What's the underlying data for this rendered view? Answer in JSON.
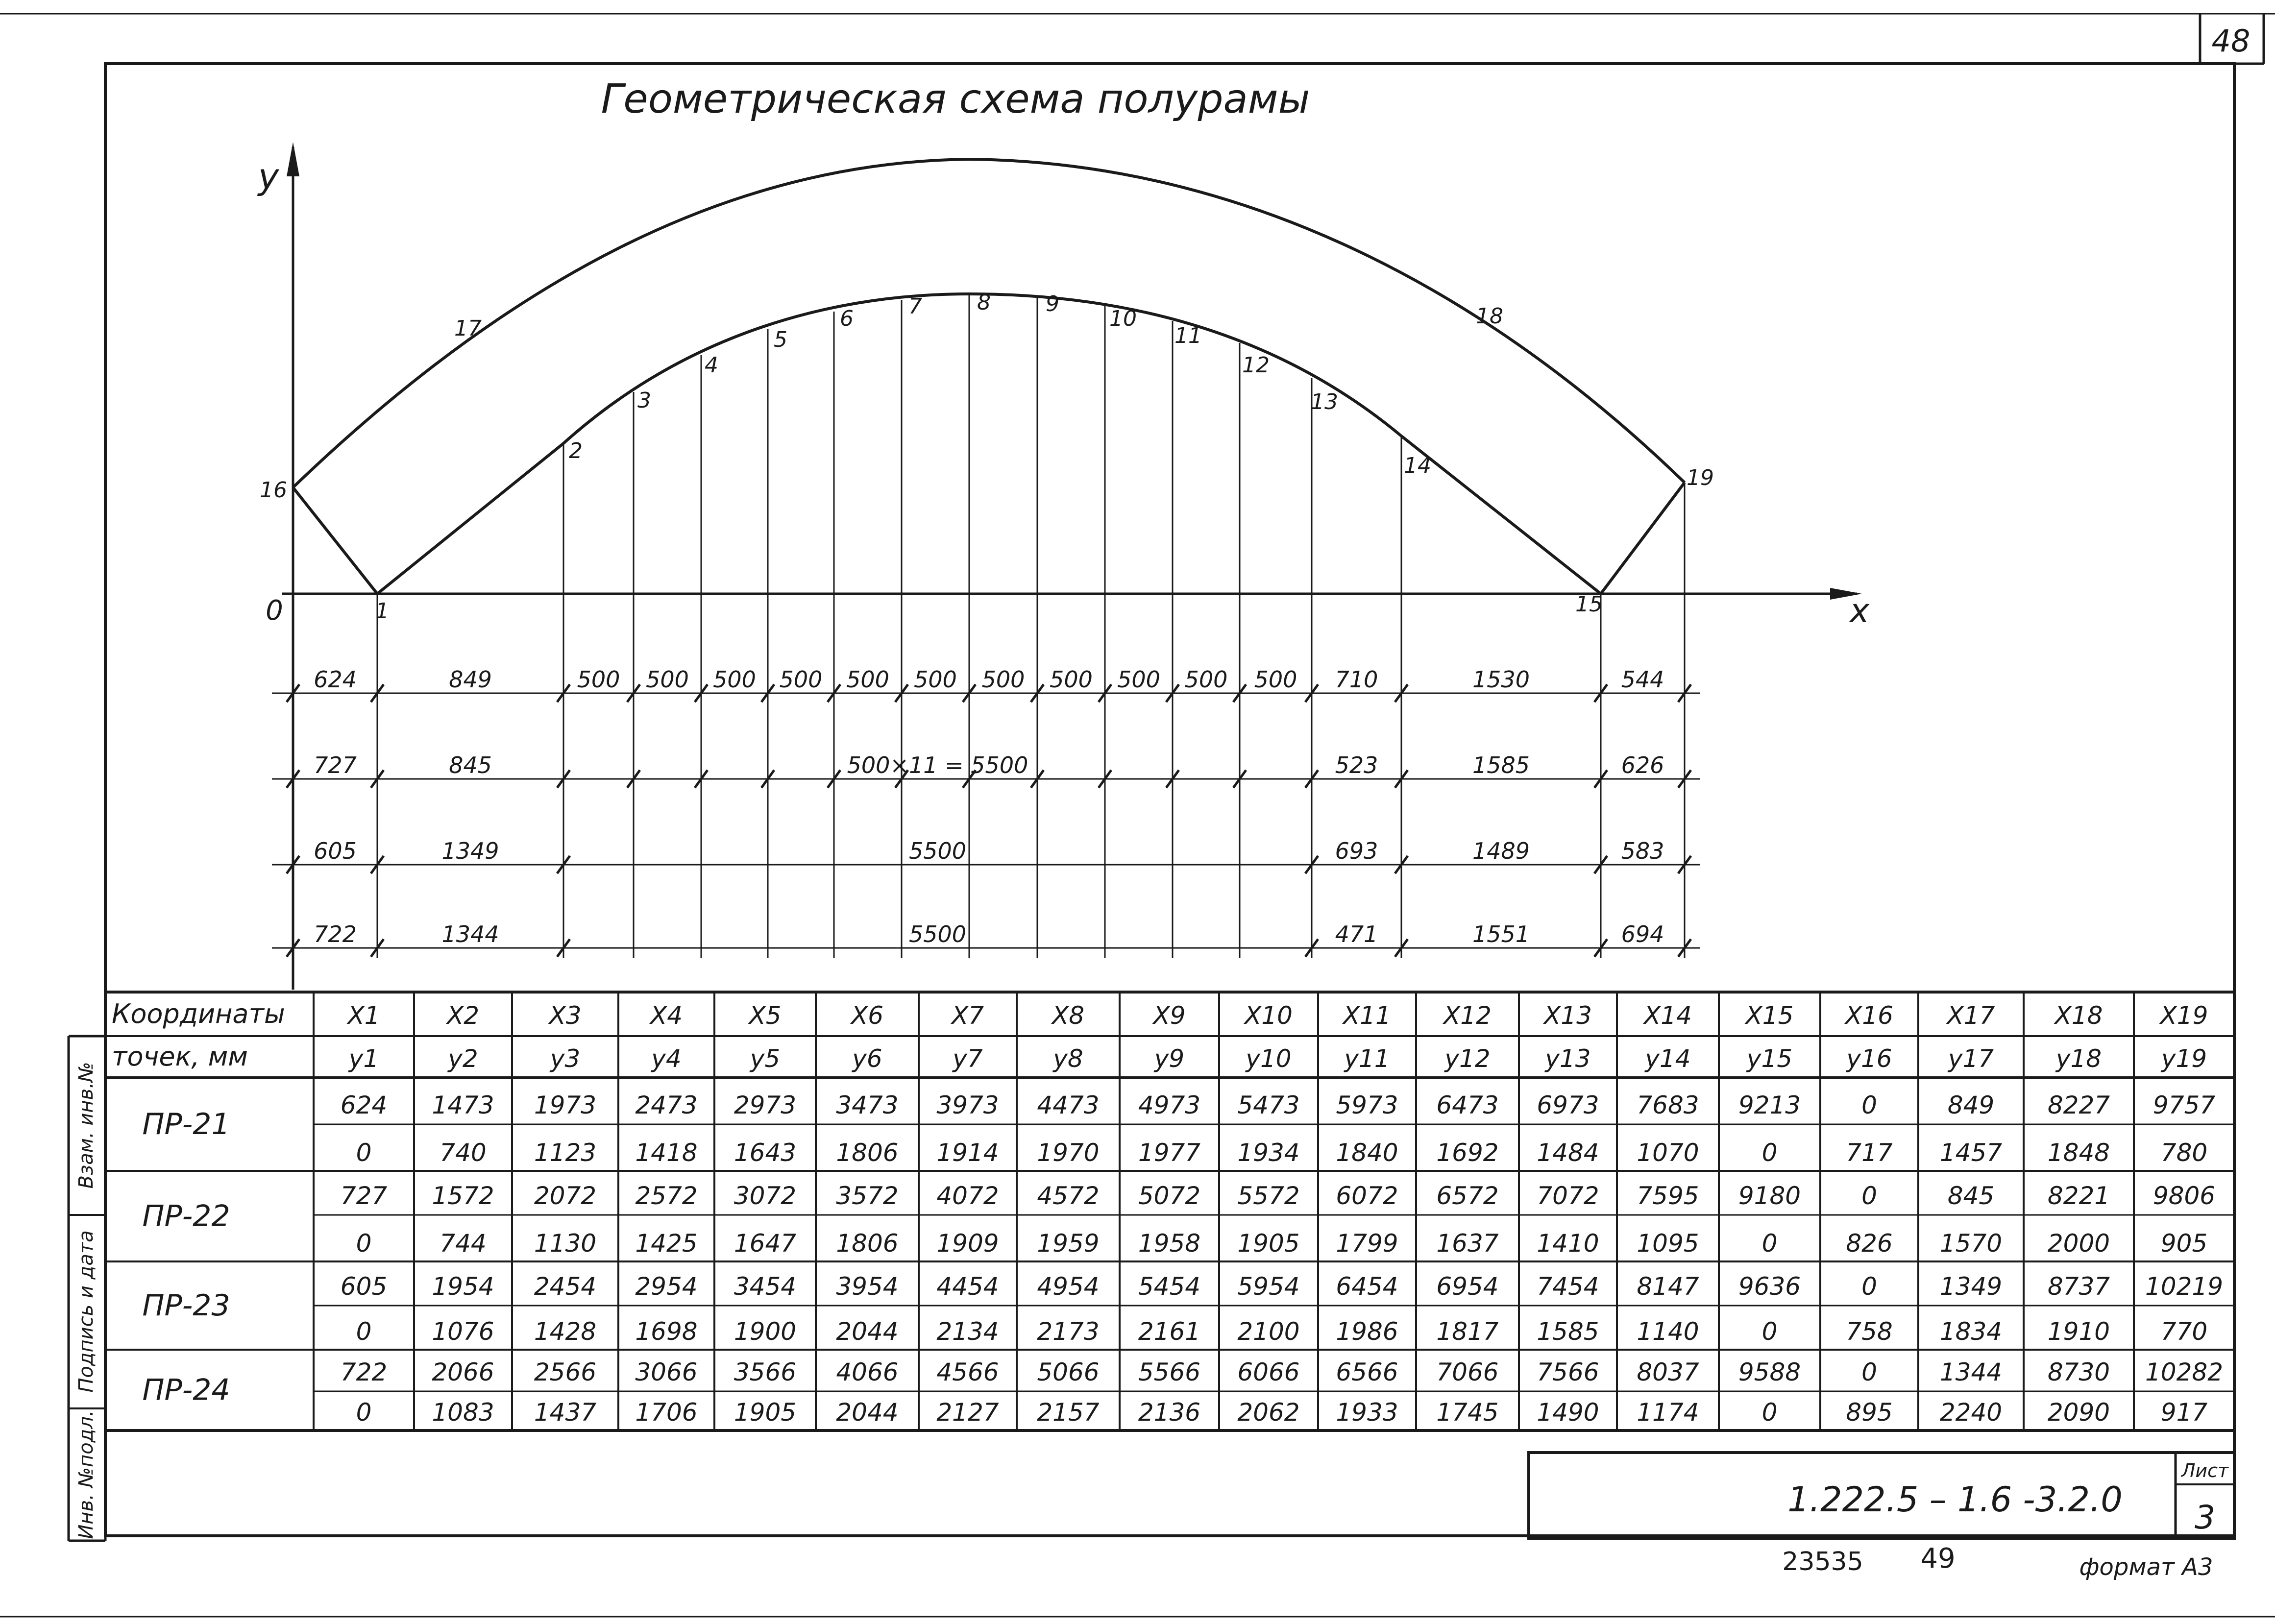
{
  "page_number": "48",
  "title": "Геометрическая схема полурамы",
  "axes": {
    "y": "y",
    "x": "x",
    "origin": "0"
  },
  "point_labels": [
    "1",
    "2",
    "3",
    "4",
    "5",
    "6",
    "7",
    "8",
    "9",
    "10",
    "11",
    "12",
    "13",
    "14",
    "15",
    "16",
    "17",
    "18",
    "19"
  ],
  "dim_rows": [
    [
      "624",
      "849",
      "500",
      "500",
      "500",
      "500",
      "500",
      "500",
      "500",
      "500",
      "500",
      "500",
      "500",
      "710",
      "1530",
      "544"
    ],
    [
      "727",
      "845",
      "500×11 = 5500",
      "523",
      "1585",
      "626"
    ],
    [
      "605",
      "1349",
      "5500",
      "693",
      "1489",
      "583"
    ],
    [
      "722",
      "1344",
      "5500",
      "471",
      "1551",
      "694"
    ]
  ],
  "table": {
    "header_top": "Координаты",
    "header_bottom": "точек, мм",
    "x_headers": [
      "X1",
      "X2",
      "X3",
      "X4",
      "X5",
      "X6",
      "X7",
      "X8",
      "X9",
      "X10",
      "X11",
      "X12",
      "X13",
      "X14",
      "X15",
      "X16",
      "X17",
      "X18",
      "X19"
    ],
    "y_headers": [
      "y1",
      "y2",
      "y3",
      "y4",
      "y5",
      "y6",
      "y7",
      "y8",
      "y9",
      "y10",
      "y11",
      "y12",
      "y13",
      "y14",
      "y15",
      "y16",
      "y17",
      "y18",
      "y19"
    ],
    "rows": [
      {
        "name": "ПР-21",
        "x": [
          "624",
          "1473",
          "1973",
          "2473",
          "2973",
          "3473",
          "3973",
          "4473",
          "4973",
          "5473",
          "5973",
          "6473",
          "6973",
          "7683",
          "9213",
          "0",
          "849",
          "8227",
          "9757"
        ],
        "y": [
          "0",
          "740",
          "1123",
          "1418",
          "1643",
          "1806",
          "1914",
          "1970",
          "1977",
          "1934",
          "1840",
          "1692",
          "1484",
          "1070",
          "0",
          "717",
          "1457",
          "1848",
          "780"
        ]
      },
      {
        "name": "ПР-22",
        "x": [
          "727",
          "1572",
          "2072",
          "2572",
          "3072",
          "3572",
          "4072",
          "4572",
          "5072",
          "5572",
          "6072",
          "6572",
          "7072",
          "7595",
          "9180",
          "0",
          "845",
          "8221",
          "9806"
        ],
        "y": [
          "0",
          "744",
          "1130",
          "1425",
          "1647",
          "1806",
          "1909",
          "1959",
          "1958",
          "1905",
          "1799",
          "1637",
          "1410",
          "1095",
          "0",
          "826",
          "1570",
          "2000",
          "905"
        ]
      },
      {
        "name": "ПР-23",
        "x": [
          "605",
          "1954",
          "2454",
          "2954",
          "3454",
          "3954",
          "4454",
          "4954",
          "5454",
          "5954",
          "6454",
          "6954",
          "7454",
          "8147",
          "9636",
          "0",
          "1349",
          "8737",
          "10219"
        ],
        "y": [
          "0",
          "1076",
          "1428",
          "1698",
          "1900",
          "2044",
          "2134",
          "2173",
          "2161",
          "2100",
          "1986",
          "1817",
          "1585",
          "1140",
          "0",
          "758",
          "1834",
          "1910",
          "770"
        ]
      },
      {
        "name": "ПР-24",
        "x": [
          "722",
          "2066",
          "2566",
          "3066",
          "3566",
          "4066",
          "4566",
          "5066",
          "5566",
          "6066",
          "6566",
          "7066",
          "7566",
          "8037",
          "9588",
          "0",
          "1344",
          "8730",
          "10282"
        ],
        "y": [
          "0",
          "1083",
          "1437",
          "1706",
          "1905",
          "2044",
          "2127",
          "2157",
          "2136",
          "2062",
          "1933",
          "1745",
          "1490",
          "1174",
          "0",
          "895",
          "2240",
          "2090",
          "917"
        ]
      }
    ]
  },
  "side_labels": [
    "Взам. инв.№",
    "Подпись и дата",
    "Инв. №подл."
  ],
  "stamp": {
    "code": "1.222.5 – 1.6 -3.2.0",
    "sheet_label": "Лист",
    "sheet_no": "3"
  },
  "footer": {
    "num1": "23535",
    "num2": "49",
    "format": "формат А3"
  }
}
